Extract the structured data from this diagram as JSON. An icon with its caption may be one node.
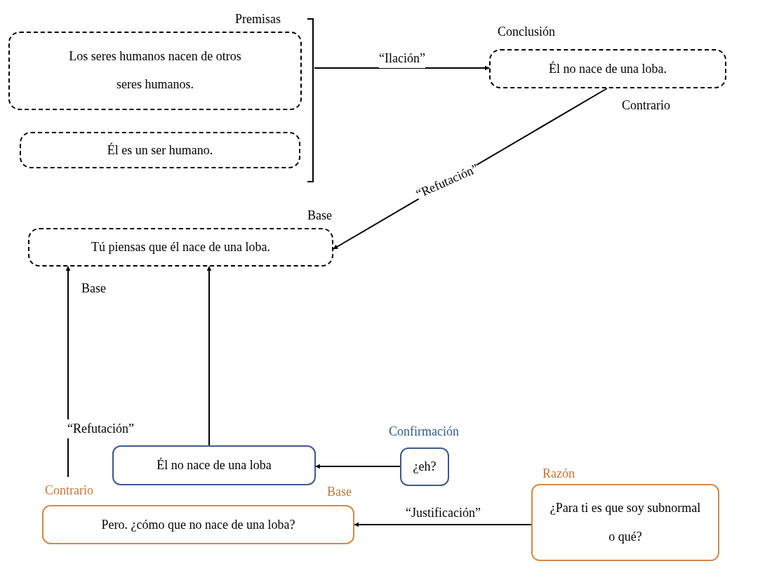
{
  "diagram": {
    "nodes": [
      {
        "text": [
          "Premisas"
        ]
      },
      {
        "text": [
          "Los seres humanos nacen de otros seres humanos."
        ],
        "in": 0
      },
      {
        "text": [
          "Él es un ser humano."
        ],
        "in": 0
      },
      {
        "text": [
          "Conclusión",
          "Él no nace de una loba."
        ],
        "beside": [
          "Contrario"
        ]
      },
      {
        "text": [
          "Base",
          "Tú piensas que él nace de una loba."
        ]
      },
      {
        "text": [
          "Él no nace de una loba"
        ]
      },
      {
        "text": [
          "Confirmación",
          "¿eh?"
        ]
      },
      {
        "text": [
          "Contrario",
          "Base",
          "Pero. ¿cómo que no nace de una loba?"
        ]
      },
      {
        "text": [
          "Razón",
          "¿Para ti es que soy subnormal o qué?"
        ]
      }
    ],
    "edges": [
      {
        "from": 0,
        "to": 3,
        "arrow": "to",
        "label": "“Ilación”"
      },
      {
        "from": 3,
        "to": 4,
        "arrow": "to",
        "label": "“Refutación”"
      },
      {
        "from": 5,
        "to": 4,
        "arrow": "to"
      },
      {
        "from": 6,
        "to": 5,
        "arrow": "to"
      },
      {
        "from": 7,
        "to": 4,
        "arrow": "to",
        "label": "“Refutación”"
      },
      {
        "from": 8,
        "to": 7,
        "arrow": "to",
        "label": "“Justificación”"
      }
    ],
    "labels": [
      "Base"
    ]
  }
}
